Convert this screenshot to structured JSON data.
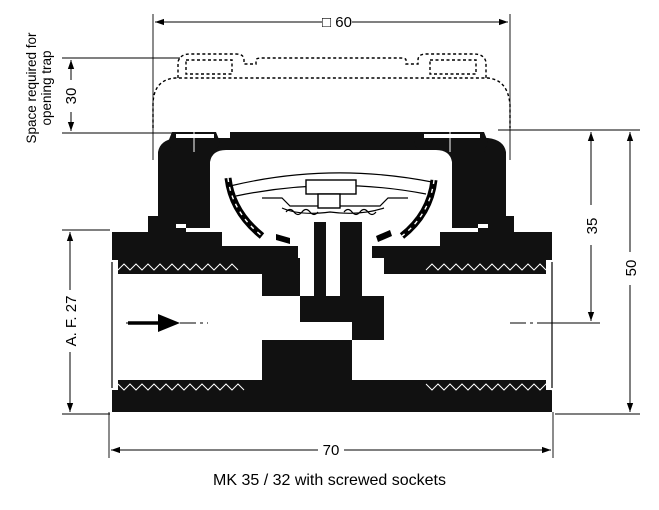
{
  "dimensions": {
    "top_width": "□ 60",
    "opening_space_value": "30",
    "opening_space_label_line1": "Space required for",
    "opening_space_label_line2": "opening trap",
    "height_35": "35",
    "height_50": "50",
    "across_flats": "A. F. 27",
    "length": "70"
  },
  "caption": "MK 35 / 32 with screwed sockets"
}
